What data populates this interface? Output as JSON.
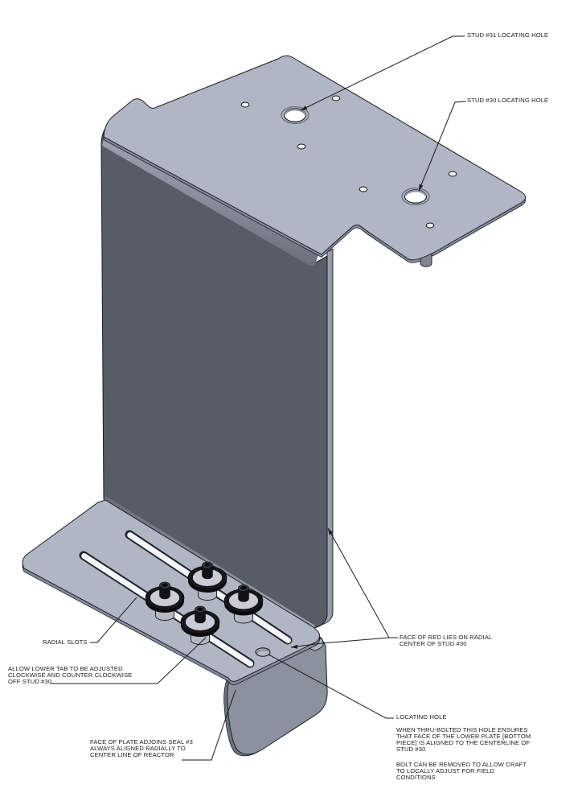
{
  "drawing": {
    "type": "isometric-cad-annotation-view",
    "subject": "sheet-metal adjustment bracket with radial slots and thumb fasteners",
    "background": "#ffffff"
  },
  "colors": {
    "plate_face": "#b1b6c4",
    "web_face": "#585c66",
    "tab_face": "#8c919e",
    "plate_thickness": "#878da0",
    "edge_line": "#1b1c1f",
    "leader_line": "#1b1c1f",
    "washer_black": "#0c0d10",
    "washer_face": "#c9ccd4",
    "spacer": "#b4b9c3",
    "hole_interior": "#ffffff"
  },
  "annotations": {
    "stud31": {
      "label": "STUD #31 LOCATING HOLE"
    },
    "stud30": {
      "label": "STUD #30 LOCATING HOLE"
    },
    "radial_slots": {
      "label": "RADIAL SLOTS"
    },
    "allow_lower_tab": {
      "label": "ALLOW LOWER TAB TO BE ADJUSTED\nCLOCKWISE AND COUNTER CLOCKWISE\nOFF STUD #30"
    },
    "face_of_plate": {
      "label": "FACE OF PLATE ADJOINS SEAL #3\nALWAYS ALIGNED RADIALLY TO\nCENTER LINE OF REACTOR"
    },
    "face_of_red": {
      "label": "FACE OF RED LIES ON RADIAL\nCENTER OF STUD #30"
    },
    "locating_hole": {
      "label": "LOCATING HOLE"
    },
    "thru_bolted_note": {
      "label": "WHEN THRU-BOLTED THIS HOLE ENSURES\nTHAT FACE OF THE LOWER PLATE [BOTTOM\nPIECE] IS ALIGNED TO THE CENTERLINE OF\nSTUD #30"
    },
    "bolt_removed_note": {
      "label": "BOLT CAN BE REMOVED TO ALLOW CRAFT\nTO LOCALLY ADJUST FOR FIELD\nCONDITIONS"
    }
  }
}
